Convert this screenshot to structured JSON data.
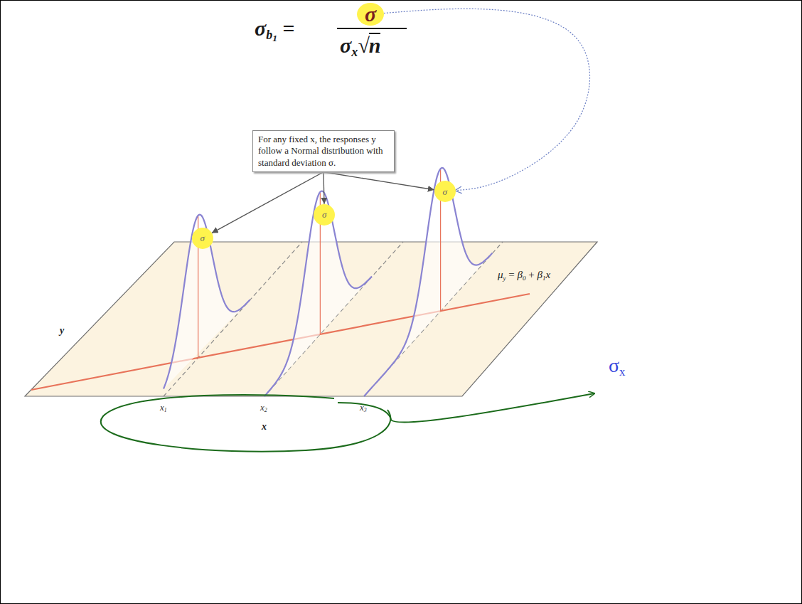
{
  "diagram": {
    "nodes": [
      {
        "text": [
          "σ"
        ]
      },
      {
        "text": [
          "For any fixed x, the responses y follow a Normal distribution with standard deviation σ."
        ]
      },
      {
        "text": [
          "σ"
        ]
      },
      {
        "text": [
          "σ"
        ]
      },
      {
        "text": [
          "σ"
        ]
      }
    ],
    "edges": [
      {
        "from": 1,
        "to": 2,
        "arrow": "to"
      },
      {
        "from": 1,
        "to": 3,
        "arrow": "to"
      },
      {
        "from": 1,
        "to": 4,
        "arrow": "to"
      },
      {
        "from": 0,
        "to": 4,
        "arrow": "to"
      }
    ],
    "labels": [
      "σ",
      "b",
      "1",
      "=",
      "σ",
      "x",
      "√",
      "n",
      "μ",
      "y",
      "=",
      "β",
      "0",
      "+",
      "β",
      "1",
      "x",
      "y",
      "x",
      "1",
      "x",
      "2",
      "x",
      "3",
      "x",
      "σ",
      "x"
    ]
  }
}
